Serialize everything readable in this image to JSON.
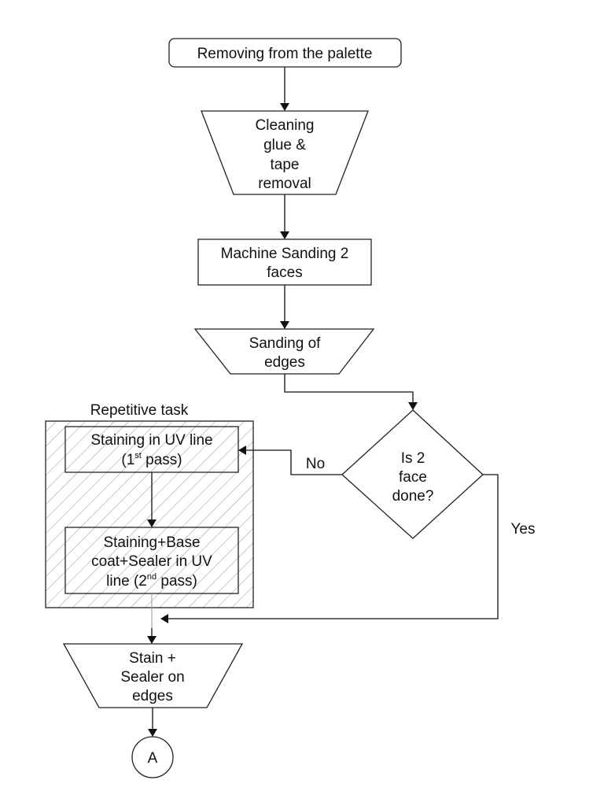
{
  "nodes": {
    "start": {
      "lines": [
        "Removing from the palette"
      ]
    },
    "cleaning": {
      "lines": [
        "Cleaning",
        "glue &",
        "tape",
        "removal"
      ]
    },
    "machine_sanding": {
      "lines": [
        "Machine Sanding 2",
        "faces"
      ]
    },
    "sanding_edges": {
      "lines": [
        "Sanding of",
        "edges"
      ]
    },
    "decision": {
      "lines": [
        "Is 2",
        "face",
        "done?"
      ]
    },
    "group_title": "Repetitive task",
    "staining1": {
      "line1": "Staining in UV line",
      "line2_pre": "(1",
      "line2_sup": "st",
      "line2_post": " pass)"
    },
    "staining2": {
      "line1": "Staining+Base",
      "line2": "coat+Sealer in UV",
      "line3_pre": "line (2",
      "line3_sup": "nd",
      "line3_post": " pass)"
    },
    "stain_edges": {
      "lines": [
        "Stain +",
        "Sealer on",
        "edges"
      ]
    },
    "connector": {
      "label": "A"
    }
  },
  "edges": {
    "no_label": "No",
    "yes_label": "Yes"
  }
}
